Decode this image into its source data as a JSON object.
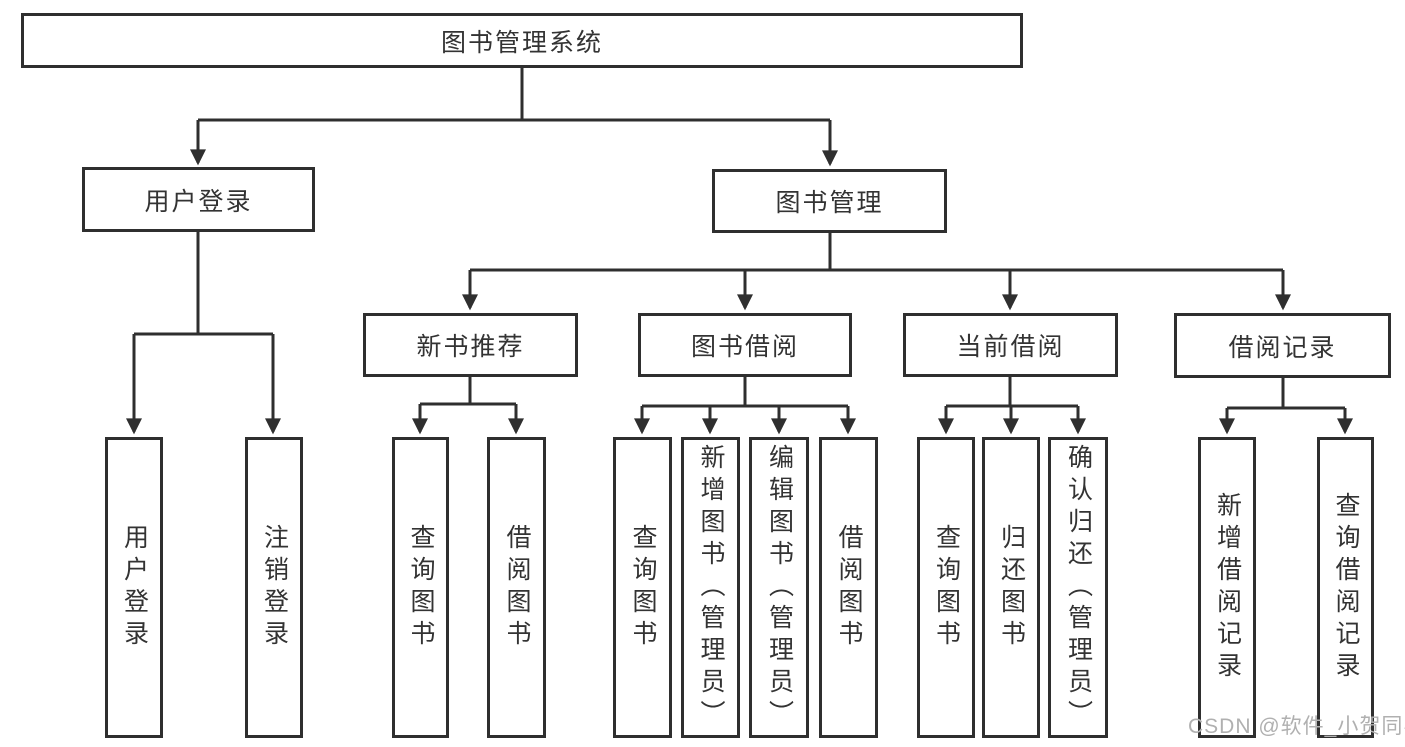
{
  "tree": {
    "root": "图书管理系统",
    "children": [
      {
        "label": "用户登录",
        "children": [
          "用户登录",
          "注销登录"
        ]
      },
      {
        "label": "图书管理",
        "children": [
          {
            "label": "新书推荐",
            "children": [
              "查询图书",
              "借阅图书"
            ]
          },
          {
            "label": "图书借阅",
            "children": [
              "查询图书",
              "新增图书（管理员）",
              "编辑图书（管理员）",
              "借阅图书"
            ]
          },
          {
            "label": "当前借阅",
            "children": [
              "查询图书",
              "归还图书",
              "确认归还（管理员）"
            ]
          },
          {
            "label": "借阅记录",
            "children": [
              "新增借阅记录",
              "查询借阅记录"
            ]
          }
        ]
      }
    ]
  },
  "watermark": {
    "text": "CSDN @软件_小贺同学"
  },
  "colors": {
    "background": "#ffffff",
    "border": "#2f2f2f",
    "line": "#2f2f2f",
    "text": "#333333",
    "watermark": "#b0b0b0"
  }
}
